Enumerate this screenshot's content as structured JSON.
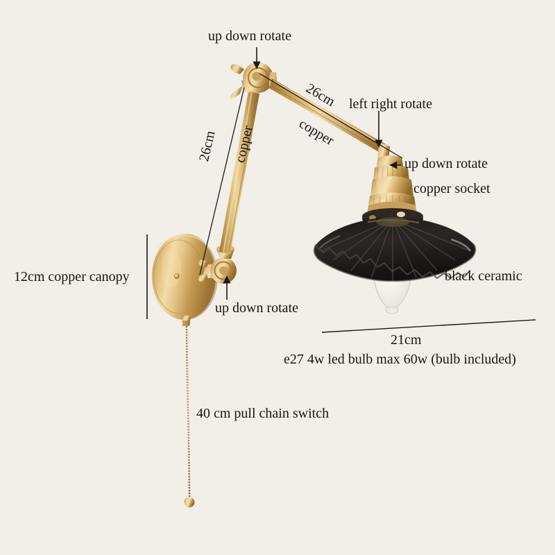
{
  "scene": {
    "background_color": "#f2efe9",
    "text_color": "#191612",
    "copper_color": "#c9a158",
    "ceramic_color": "#221f1d"
  },
  "labels": {
    "top_rotate": "up down rotate",
    "upper_arm_length": "26cm",
    "upper_arm_material": "copper",
    "left_right_rotate": "left right rotate",
    "socket_rotate": "up down rotate",
    "socket_material": "copper socket",
    "lower_arm_length": "26cm",
    "lower_arm_material": "copper",
    "canopy": "12cm copper canopy",
    "canopy_rotate": "up down rotate",
    "shade_material": "black ceramic",
    "shade_width": "21cm",
    "bulb_spec": "e27 4w led bulb max 60w  (bulb included)",
    "pull_chain": "40 cm pull chain switch"
  },
  "parts": {
    "canopy": "copper-canopy",
    "lower_arm": "lower-copper-arm",
    "elbow_joint": "elbow-joint",
    "upper_arm": "upper-copper-arm",
    "socket": "copper-socket",
    "shade": "black-ceramic-pleated-shade",
    "bulb": "e27-led-filament-bulb",
    "chain": "beaded-pull-chain"
  }
}
